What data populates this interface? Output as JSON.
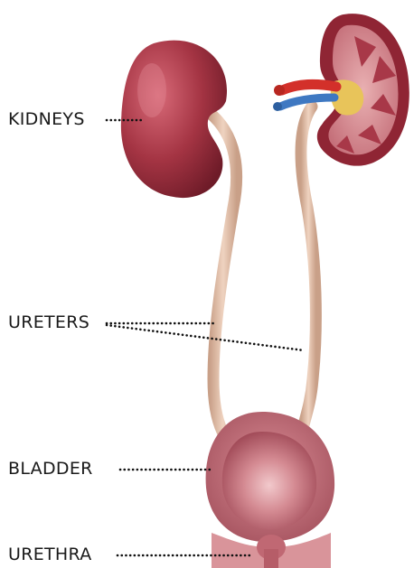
{
  "labels": {
    "kidneys": "KIDNEYS",
    "ureters": "URETERS",
    "bladder": "BLADDER",
    "urethra": "URETHRA"
  },
  "colors": {
    "kidney": "#9e2f3f",
    "kidney_highlight": "#d86a78",
    "kidney_cut_cortex": "#b33a48",
    "kidney_cut_medulla": "#e7a6a8",
    "ureter": "#d8b49c",
    "bladder": "#c46e78",
    "bladder_inner": "#e5b1b6",
    "artery": "#d3302a",
    "vein": "#3e78c2",
    "fat": "#e8c45a",
    "leader_lines": "#111111"
  }
}
